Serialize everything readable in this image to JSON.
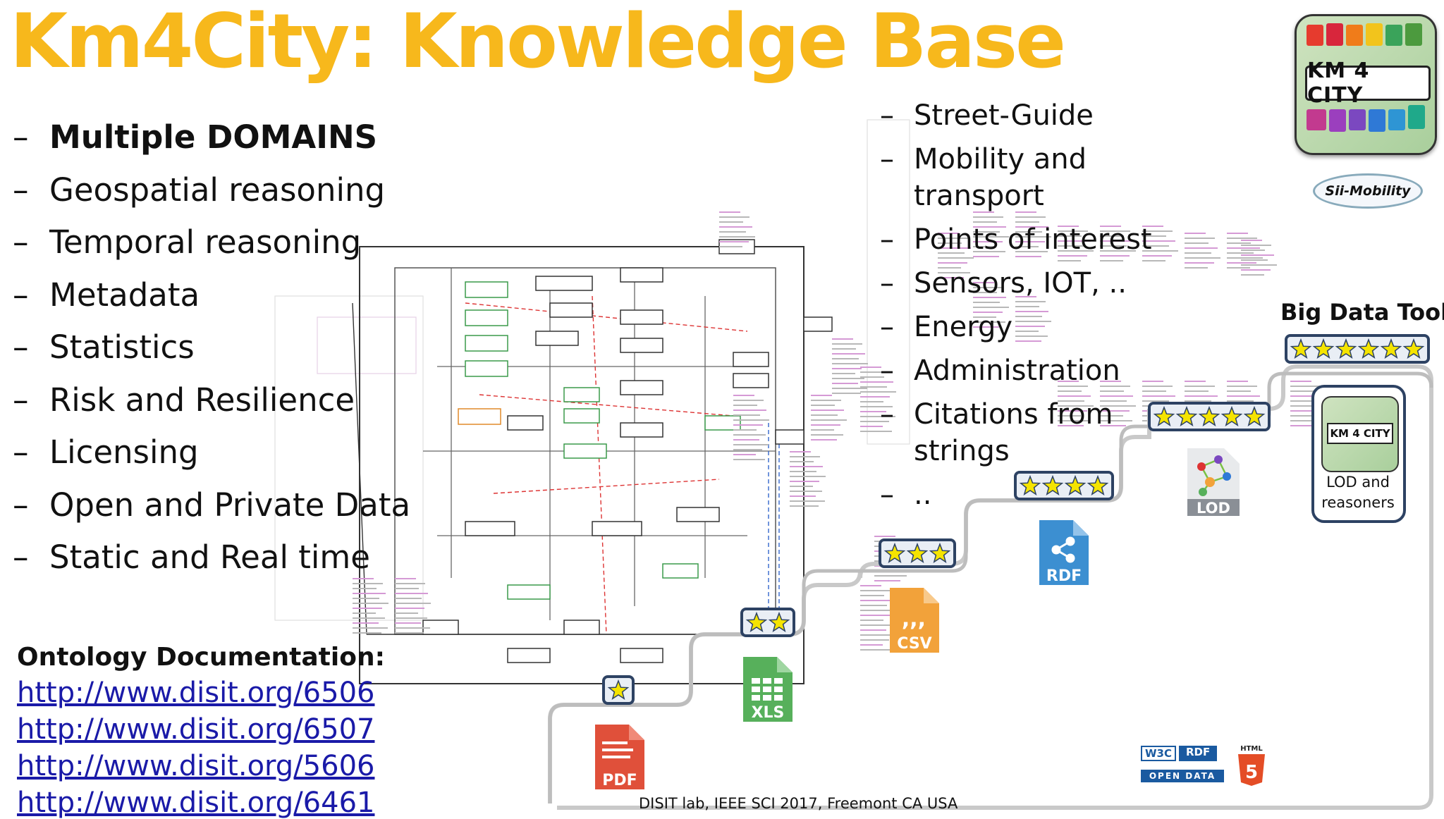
{
  "title": "Km4City:   Knowledge Base",
  "left_list": [
    {
      "text": "Multiple DOMAINS",
      "bold": true
    },
    {
      "text": "Geospatial reasoning",
      "bold": false
    },
    {
      "text": "Temporal reasoning",
      "bold": false
    },
    {
      "text": "Metadata",
      "bold": false
    },
    {
      "text": "Statistics",
      "bold": false
    },
    {
      "text": "Risk  and Resilience",
      "bold": false
    },
    {
      "text": "Licensing",
      "bold": false
    },
    {
      "text": "Open and Private Data",
      "bold": false
    },
    {
      "text": "Static and Real time",
      "bold": false
    }
  ],
  "right_list": [
    {
      "lines": [
        "Street-Guide"
      ]
    },
    {
      "lines": [
        "Mobility and",
        "transport"
      ]
    },
    {
      "lines": [
        "Points of interest"
      ]
    },
    {
      "lines": [
        "Sensors, IOT, .."
      ]
    },
    {
      "lines": [
        "Energy"
      ]
    },
    {
      "lines": [
        "Administration"
      ]
    },
    {
      "lines": [
        "Citations from",
        "strings"
      ]
    },
    {
      "lines": [
        ".."
      ]
    }
  ],
  "dash": "–",
  "doc_title": "Ontology Documentation:",
  "links": [
    "http://www.disit.org/6506",
    "http://www.disit.org/6507",
    "http://www.disit.org/5606",
    "http://www.disit.org/6461"
  ],
  "big_data_tools": "Big Data Tools",
  "lod_box_text": [
    "LOD and",
    "reasoners"
  ],
  "logo_text": "KM 4 CITY",
  "sii_logo_text": "Sii-Mobility",
  "footer": "DISIT lab, IEEE SCI 2017, Freemont CA USA",
  "stair_labels": {
    "pdf": "PDF",
    "xls": "XLS",
    "csv": "CSV",
    "rdf": "RDF",
    "lod": "LOD",
    "w3c": "W3C",
    "w3c_rdf": "RDF",
    "open_data": "OPEN DATA",
    "html": "HTML",
    "html_num": "5"
  },
  "stars": [
    1,
    2,
    3,
    4,
    5,
    6
  ],
  "colors": {
    "title": "#f7b81c",
    "link": "#1a1aa8",
    "star": "#f5e400",
    "star_box_border": "#2d4263",
    "pdf": "#e0503a",
    "xls": "#57b05b",
    "csv": "#f2a23a",
    "rdf": "#3c8fd1",
    "html": "#e44d26",
    "lod": "#8a8f96"
  },
  "icons": [
    "pdf-icon",
    "xls-icon",
    "csv-icon",
    "rdf-icon",
    "lod-icon",
    "w3c-rdf-logo",
    "open-data-logo",
    "html5-logo",
    "km4city-logo",
    "sii-mobility-logo"
  ]
}
